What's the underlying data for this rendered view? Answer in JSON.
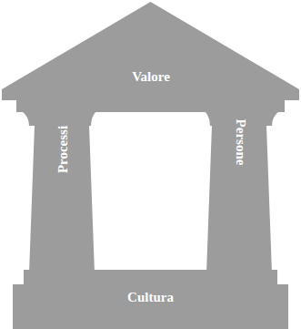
{
  "diagram": {
    "nodes": [
      {
        "text": [
          "Valore"
        ]
      },
      {
        "text": [
          "Processi"
        ]
      },
      {
        "text": [
          "Persone"
        ]
      },
      {
        "text": [
          "Cultura"
        ]
      }
    ]
  }
}
